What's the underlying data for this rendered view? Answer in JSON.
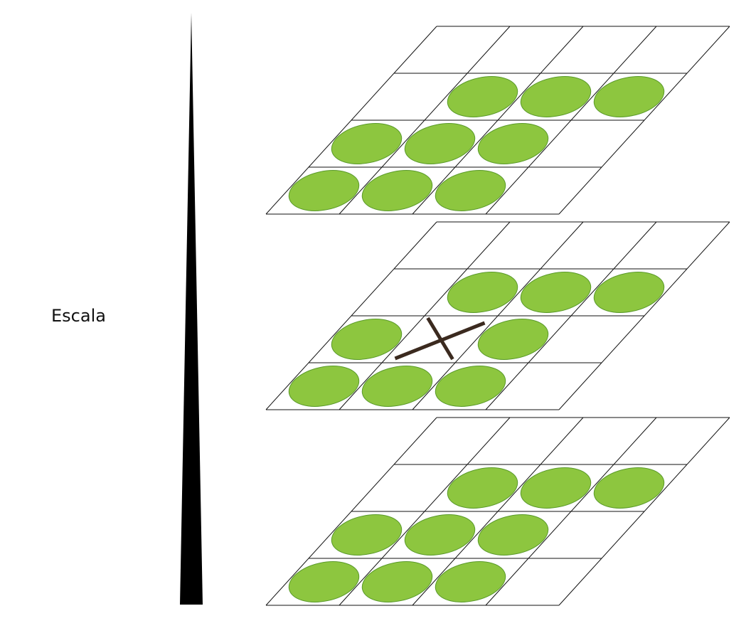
{
  "diagram": {
    "scale_label": "Escala",
    "grid": {
      "rows": 4,
      "cols": 4
    },
    "layers": [
      {
        "position": "top",
        "filled_cells": [
          [
            1,
            1
          ],
          [
            1,
            2
          ],
          [
            1,
            3
          ],
          [
            2,
            0
          ],
          [
            2,
            1
          ],
          [
            2,
            2
          ],
          [
            3,
            0
          ],
          [
            3,
            1
          ],
          [
            3,
            2
          ]
        ],
        "crossed_cells": []
      },
      {
        "position": "middle",
        "filled_cells": [
          [
            1,
            1
          ],
          [
            1,
            2
          ],
          [
            1,
            3
          ],
          [
            2,
            0
          ],
          [
            2,
            2
          ],
          [
            3,
            0
          ],
          [
            3,
            1
          ],
          [
            3,
            2
          ]
        ],
        "crossed_cells": [
          [
            2,
            1
          ]
        ]
      },
      {
        "position": "bottom",
        "filled_cells": [
          [
            1,
            1
          ],
          [
            1,
            2
          ],
          [
            1,
            3
          ],
          [
            2,
            0
          ],
          [
            2,
            1
          ],
          [
            2,
            2
          ],
          [
            3,
            0
          ],
          [
            3,
            1
          ],
          [
            3,
            2
          ]
        ],
        "crossed_cells": []
      }
    ],
    "colors": {
      "ellipse_fill": "#8dc63f",
      "ellipse_stroke": "#5a9a2a",
      "grid_line": "#111111",
      "cross": "#3b2a1f",
      "scale_bar": "#000000"
    }
  }
}
